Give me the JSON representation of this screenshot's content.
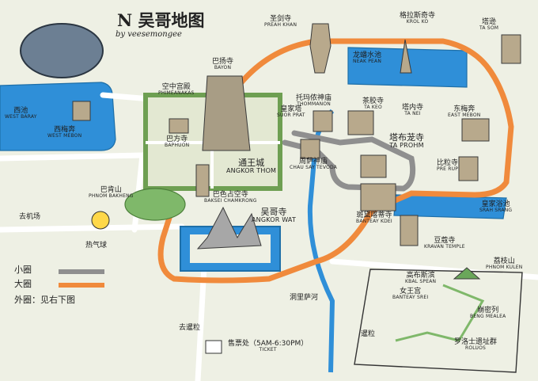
{
  "map": {
    "title": "吴哥地图",
    "north": "N",
    "byline": "by veesemongee",
    "colors": {
      "water": "#2f8fd8",
      "small_loop": "#8f8f8f",
      "big_loop": "#f08a3c",
      "road": "#ffffff",
      "ground": "#eef0e4",
      "moat": "#7fb86a"
    },
    "places": {
      "preah_khan": {
        "cn": "圣剑寺",
        "en": "Preah Khan"
      },
      "kbal_spean_top": {
        "cn": "格拉斯奇寺",
        "en": "Krol Ko"
      },
      "ta_som": {
        "cn": "塔逊",
        "en": "Ta Som"
      },
      "neak_pean": {
        "cn": "龙蟠水池",
        "en": "Neak Pean"
      },
      "bayon": {
        "cn": "巴扬寺",
        "en": "Bayon"
      },
      "phimeanakas": {
        "cn": "空中宫殿",
        "en": "Phimeanakas"
      },
      "sour_prat": {
        "cn": "皇家塔",
        "en": "Suor Prat"
      },
      "thommanon": {
        "cn": "托玛侬神庙",
        "en": "Thommanon"
      },
      "ta_keo": {
        "cn": "茶胶寺",
        "en": "Ta Keo"
      },
      "ta_nei": {
        "cn": "塔内寺",
        "en": "Ta Nei"
      },
      "east_mebon": {
        "cn": "东梅奔",
        "en": "East Mebon"
      },
      "west_baray": {
        "cn": "西池",
        "en": "West Baray"
      },
      "west_mebon": {
        "cn": "西梅奔",
        "en": "West Mebon"
      },
      "baphuon": {
        "cn": "巴方寺",
        "en": "Baphuon"
      },
      "angkor_thom": {
        "cn": "通王城",
        "en": "Angkor Thom"
      },
      "chau_say": {
        "cn": "周萨神庙",
        "en": "Chau Say Tevoda"
      },
      "ta_prohm": {
        "cn": "塔布茏寺",
        "en": "Ta Prohm"
      },
      "pre_rup": {
        "cn": "比粒寺",
        "en": "Pre Rup"
      },
      "phnom_bakheng": {
        "cn": "巴肯山",
        "en": "Phnom Bakheng"
      },
      "baksei": {
        "cn": "巴色占空寺",
        "en": "Baksei Chamkrong"
      },
      "angkor_wat": {
        "cn": "吴哥寺",
        "en": "Angkor Wat"
      },
      "banteay_kdei": {
        "cn": "斑黛喀蒂寺",
        "en": "Banteay Kdei"
      },
      "srah_srang": {
        "cn": "皇家浴池",
        "en": "Srah Srang"
      },
      "kravan": {
        "cn": "豆蔻寺",
        "en": "Kravan Temple"
      },
      "to_airport": {
        "cn": "去机场",
        "en": ""
      },
      "balloon": {
        "cn": "热气球",
        "en": ""
      },
      "lake": {
        "cn": "洞里萨河",
        "en": ""
      },
      "ticket": {
        "cn": "售票处（5AM-6:30PM）",
        "en": "Ticket"
      },
      "to_city": {
        "cn": "去暹粒",
        "en": ""
      },
      "siem_reap": {
        "cn": "暹粒",
        "en": ""
      },
      "phnom_kulen": {
        "cn": "荔枝山",
        "en": "Phnom Kulen"
      },
      "kbal_spean": {
        "cn": "高布斯滨",
        "en": "Kbal Spean"
      },
      "banteay_srei": {
        "cn": "女王宫",
        "en": "Banteay Srei"
      },
      "beng_mealea": {
        "cn": "崩密列",
        "en": "Beng Mealea"
      },
      "roluos": {
        "cn": "罗洛士遗址群",
        "en": "Roluos"
      }
    },
    "legend": {
      "small": "小圈",
      "big": "大圈",
      "outer": "外圈：见右下图"
    }
  }
}
